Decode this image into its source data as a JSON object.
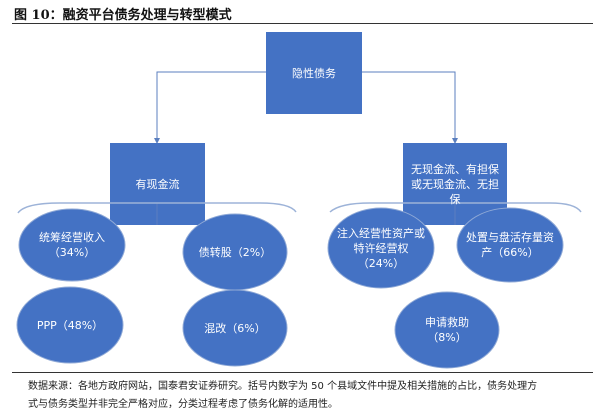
{
  "title": "图 10：融资平台债务处理与转型模式",
  "root": "隐性债务",
  "branches": [
    {
      "label": "有现金流",
      "items": [
        "统筹经营收入（34%）",
        "债转股（2%）",
        "PPP（48%）",
        "混改（6%）"
      ]
    },
    {
      "label": "无现金流、有担保或无现金流、无担保",
      "items": [
        "注入经营性资产或特许经营权（24%）",
        "处置与盘活存量资产（66%）",
        "申请救助（8%）"
      ]
    }
  ],
  "notes": [
    "数据来源：各地方政府网站，国泰君安证券研究。括号内数字为 50 个县域文件中提及相关措施的占比，债务处理方",
    "式与债务类型并非完全严格对应，分类过程考虑了债务化解的适用性。"
  ],
  "colors": {
    "box": "#4472C4",
    "line": "#5B7FBF",
    "bracket": "#9DB3D8"
  }
}
